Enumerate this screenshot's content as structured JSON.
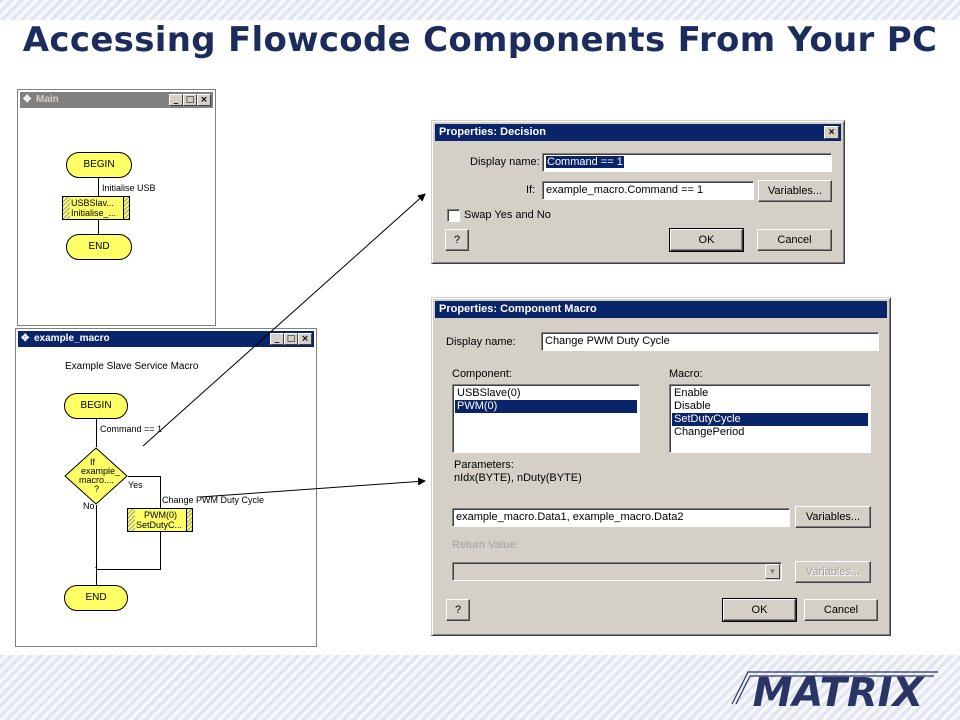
{
  "slide": {
    "title": "Accessing Flowcode Components From Your PC",
    "logo_text": "MATRIX"
  },
  "main_window": {
    "title": "Main",
    "begin": "BEGIN",
    "end": "END",
    "icon_label": "Initialise USB",
    "component_line1": "USBSlav...",
    "component_line2": "Initialise_..."
  },
  "macro_window": {
    "title": "example_macro",
    "description": "Example Slave Service Macro",
    "begin": "BEGIN",
    "end": "END",
    "decision_label": "Command == 1",
    "decision_text1": "If",
    "decision_text2": "example_",
    "decision_text3": "macro....",
    "decision_text4": "?",
    "yes": "Yes",
    "no": "No",
    "component_label": "Change PWM Duty Cycle",
    "component_line1": "PWM(0)",
    "component_line2": "SetDutyC..."
  },
  "decision_dialog": {
    "title": "Properties: Decision",
    "display_name_label": "Display name:",
    "display_name_value": "Command == 1",
    "if_label": "If:",
    "if_value": "example_macro.Command == 1",
    "variables_button": "Variables...",
    "swap_label": "Swap Yes and No",
    "help_button": "?",
    "ok_button": "OK",
    "cancel_button": "Cancel"
  },
  "macro_dialog": {
    "title": "Properties: Component Macro",
    "display_name_label": "Display name:",
    "display_name_value": "Change PWM Duty Cycle",
    "component_label": "Component:",
    "components": [
      "USBSlave(0)",
      "PWM(0)"
    ],
    "selected_component": 1,
    "macro_label": "Macro:",
    "macros": [
      "Enable",
      "Disable",
      "SetDutyCycle",
      "ChangePeriod"
    ],
    "selected_macro": 2,
    "parameters_label": "Parameters:",
    "parameters_value": "nIdx(BYTE), nDuty(BYTE)",
    "parameters_input": "example_macro.Data1, example_macro.Data2",
    "variables_button": "Variables...",
    "return_label": "Return Value:",
    "return_variables_button": "Variables...",
    "help_button": "?",
    "ok_button": "OK",
    "cancel_button": "Cancel"
  },
  "colors": {
    "title_text": "#1c2c5c",
    "active_titlebar": "#0a246a",
    "flow_shape_fill": "#ffff66"
  }
}
